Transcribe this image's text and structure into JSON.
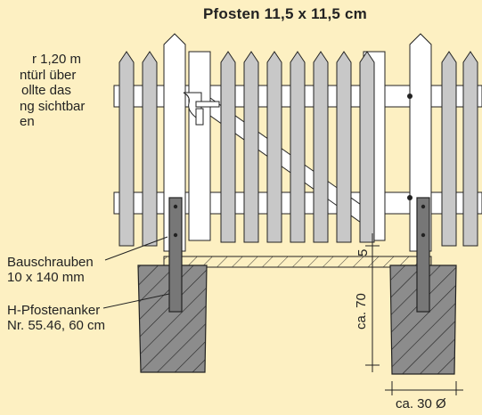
{
  "title": "Pfosten 11,5 x 11,5 cm",
  "note_lines": [
    "r  1,20 m",
    "ntürl über",
    "ollte das",
    "ng sichtbar",
    "en"
  ],
  "labels": {
    "screws_line1": "Bauschrauben",
    "screws_line2": "10 x 140 mm",
    "anchor_line1": "H-Pfostenanker",
    "anchor_line2": "Nr. 55.46, 60 cm"
  },
  "dimensions": {
    "depth": "ca. 70",
    "diameter": "ca. 30 Ø",
    "gap": "5"
  },
  "colors": {
    "background": "#fdf0c2",
    "picket": "#c8c8c8",
    "post": "#ffffff",
    "concrete": "#8c8c8c",
    "line": "#222222"
  }
}
